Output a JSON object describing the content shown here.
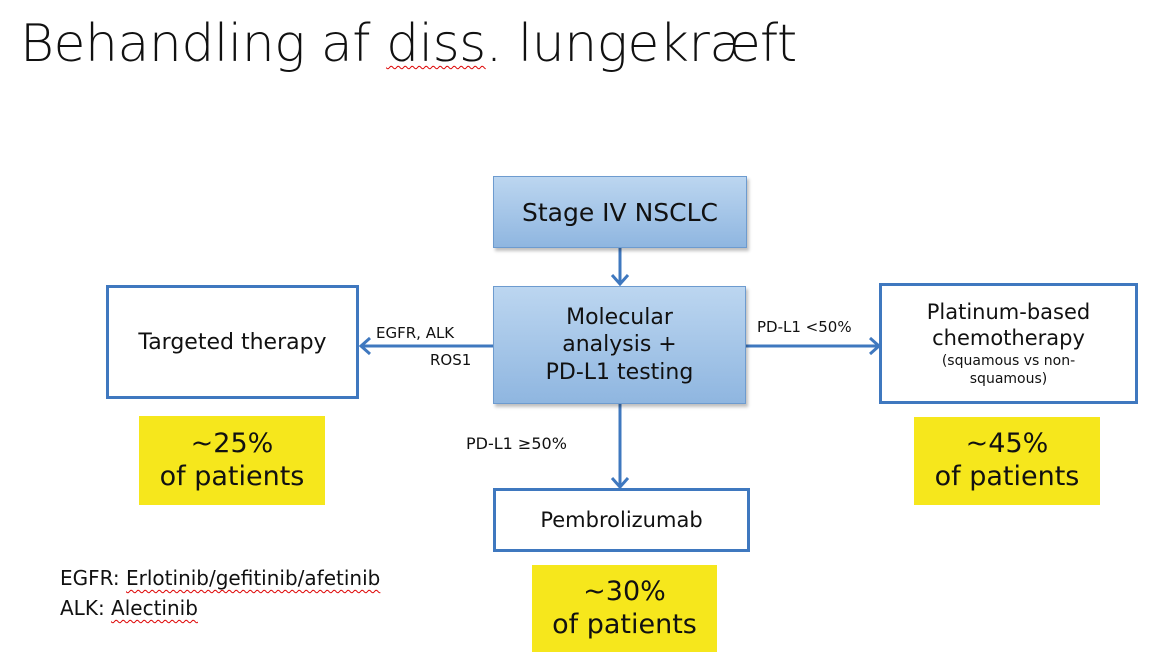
{
  "title": {
    "prefix": "Behandling af ",
    "underlined": "diss",
    "suffix": ". lungekræft"
  },
  "nodes": {
    "stage": "Stage IV NSCLC",
    "molecular": [
      "Molecular",
      "analysis +",
      "PD-L1 testing"
    ],
    "targeted": "Targeted therapy",
    "platinum": [
      "Platinum-based",
      "chemotherapy"
    ],
    "platinum_note": [
      "(squamous vs non-",
      "squamous)"
    ],
    "pembro": "Pembrolizumab"
  },
  "edges": {
    "left_label": [
      "EGFR, ALK",
      "ROS1"
    ],
    "right_label": "PD-L1 <50%",
    "down_label": "PD-L1 ≥50%"
  },
  "percentages": {
    "targeted": [
      "~25%",
      "of patients"
    ],
    "platinum": [
      "~45%",
      "of patients"
    ],
    "pembro": [
      "~30%",
      "of patients"
    ]
  },
  "footnotes": {
    "egfr_label": "EGFR: ",
    "egfr_drugs": "Erlotinib/gefitinib/afetinib",
    "alk_label": "ALK: ",
    "alk_drugs": "Alectinib"
  },
  "colors": {
    "accent": "#3f78bf",
    "highlight": "#f6e71c"
  }
}
